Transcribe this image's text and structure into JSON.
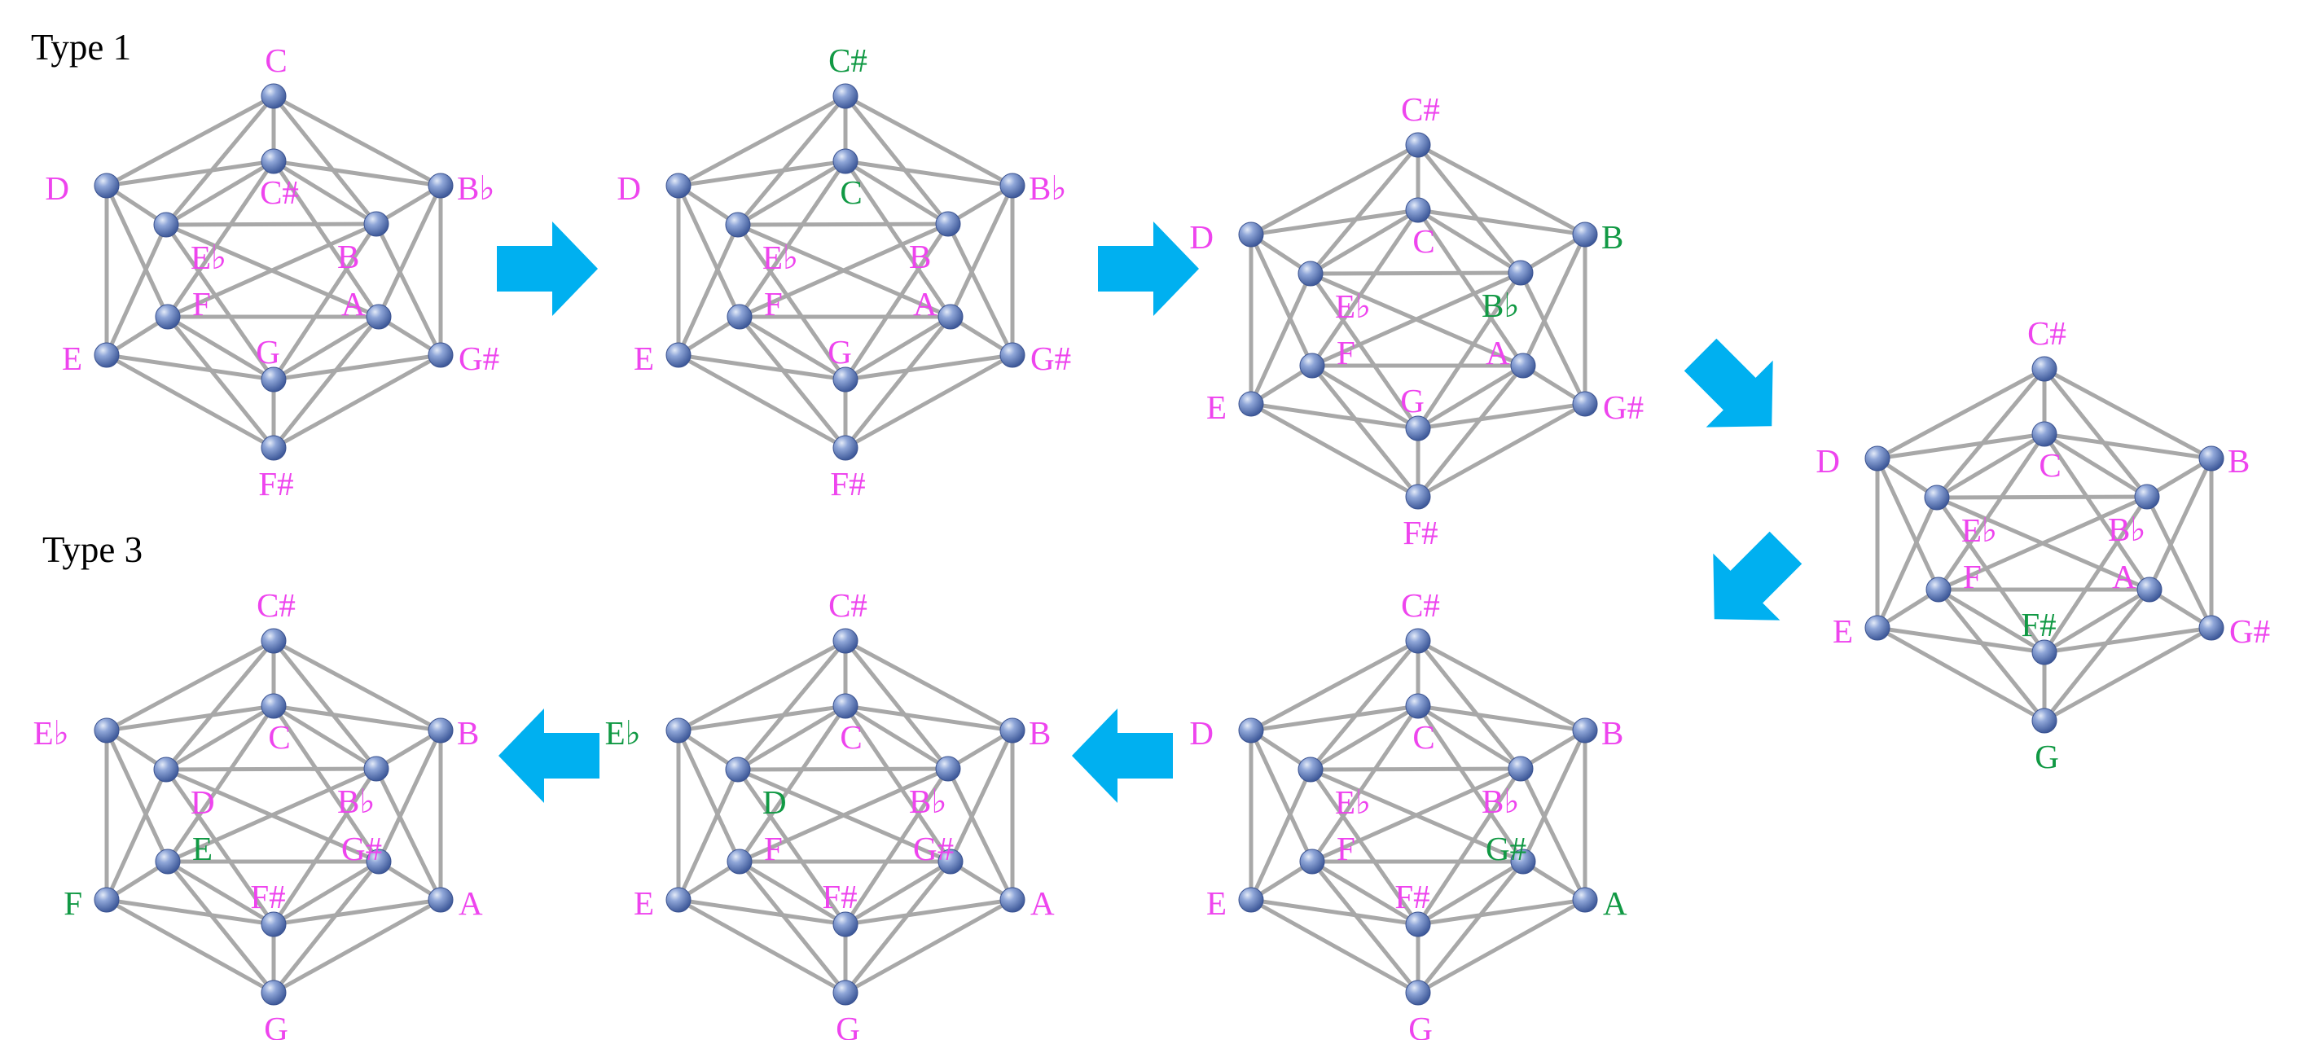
{
  "titles": {
    "type1": "Type 1",
    "type3": "Type 3"
  },
  "colors": {
    "unchanged": "#ee44ee",
    "changed": "#119944",
    "edge": "#a8a8a8",
    "vertex": "#6f8ccc",
    "arrow": "#00b0f0"
  },
  "vertex_roles": [
    "top",
    "upper-left",
    "upper-right",
    "lower-left",
    "lower-right",
    "bottom",
    "inner-top",
    "inner-upper-left",
    "inner-upper-right",
    "inner-lower-left",
    "inner-lower-right",
    "inner-bottom"
  ],
  "icosahedra": [
    {
      "name": "Type 1 start",
      "labels": [
        {
          "text": "C",
          "changed": false
        },
        {
          "text": "D",
          "changed": false
        },
        {
          "text": "B♭",
          "changed": false
        },
        {
          "text": "E",
          "changed": false
        },
        {
          "text": "G#",
          "changed": false
        },
        {
          "text": "F#",
          "changed": false
        },
        {
          "text": "C#",
          "changed": false
        },
        {
          "text": "E♭",
          "changed": false
        },
        {
          "text": "B",
          "changed": false
        },
        {
          "text": "F",
          "changed": false
        },
        {
          "text": "A",
          "changed": false
        },
        {
          "text": "G",
          "changed": false
        }
      ]
    },
    {
      "name": "step 2",
      "labels": [
        {
          "text": "C#",
          "changed": true
        },
        {
          "text": "D",
          "changed": false
        },
        {
          "text": "B♭",
          "changed": false
        },
        {
          "text": "E",
          "changed": false
        },
        {
          "text": "G#",
          "changed": false
        },
        {
          "text": "F#",
          "changed": false
        },
        {
          "text": "C",
          "changed": true
        },
        {
          "text": "E♭",
          "changed": false
        },
        {
          "text": "B",
          "changed": false
        },
        {
          "text": "F",
          "changed": false
        },
        {
          "text": "A",
          "changed": false
        },
        {
          "text": "G",
          "changed": false
        }
      ]
    },
    {
      "name": "step 3",
      "labels": [
        {
          "text": "C#",
          "changed": false
        },
        {
          "text": "D",
          "changed": false
        },
        {
          "text": "B",
          "changed": true
        },
        {
          "text": "E",
          "changed": false
        },
        {
          "text": "G#",
          "changed": false
        },
        {
          "text": "F#",
          "changed": false
        },
        {
          "text": "C",
          "changed": false
        },
        {
          "text": "E♭",
          "changed": false
        },
        {
          "text": "B♭",
          "changed": true
        },
        {
          "text": "F",
          "changed": false
        },
        {
          "text": "A",
          "changed": false
        },
        {
          "text": "G",
          "changed": false
        }
      ]
    },
    {
      "name": "step 4",
      "labels": [
        {
          "text": "C#",
          "changed": false
        },
        {
          "text": "D",
          "changed": false
        },
        {
          "text": "B",
          "changed": false
        },
        {
          "text": "E",
          "changed": false
        },
        {
          "text": "G#",
          "changed": false
        },
        {
          "text": "G",
          "changed": true
        },
        {
          "text": "C",
          "changed": false
        },
        {
          "text": "E♭",
          "changed": false
        },
        {
          "text": "B♭",
          "changed": false
        },
        {
          "text": "F",
          "changed": false
        },
        {
          "text": "A",
          "changed": false
        },
        {
          "text": "F#",
          "changed": true
        }
      ]
    },
    {
      "name": "step 5",
      "labels": [
        {
          "text": "C#",
          "changed": false
        },
        {
          "text": "D",
          "changed": false
        },
        {
          "text": "B",
          "changed": false
        },
        {
          "text": "E",
          "changed": false
        },
        {
          "text": "A",
          "changed": true
        },
        {
          "text": "G",
          "changed": false
        },
        {
          "text": "C",
          "changed": false
        },
        {
          "text": "E♭",
          "changed": false
        },
        {
          "text": "B♭",
          "changed": false
        },
        {
          "text": "F",
          "changed": false
        },
        {
          "text": "G#",
          "changed": true
        },
        {
          "text": "F#",
          "changed": false
        }
      ]
    },
    {
      "name": "step 6",
      "labels": [
        {
          "text": "C#",
          "changed": false
        },
        {
          "text": "E♭",
          "changed": true
        },
        {
          "text": "B",
          "changed": false
        },
        {
          "text": "E",
          "changed": false
        },
        {
          "text": "A",
          "changed": false
        },
        {
          "text": "G",
          "changed": false
        },
        {
          "text": "C",
          "changed": false
        },
        {
          "text": "D",
          "changed": true
        },
        {
          "text": "B♭",
          "changed": false
        },
        {
          "text": "F",
          "changed": false
        },
        {
          "text": "G#",
          "changed": false
        },
        {
          "text": "F#",
          "changed": false
        }
      ]
    },
    {
      "name": "Type 3 end",
      "labels": [
        {
          "text": "C#",
          "changed": false
        },
        {
          "text": "E♭",
          "changed": false
        },
        {
          "text": "B",
          "changed": false
        },
        {
          "text": "F",
          "changed": true
        },
        {
          "text": "A",
          "changed": false
        },
        {
          "text": "G",
          "changed": false
        },
        {
          "text": "C",
          "changed": false
        },
        {
          "text": "D",
          "changed": false
        },
        {
          "text": "B♭",
          "changed": false
        },
        {
          "text": "E",
          "changed": true
        },
        {
          "text": "G#",
          "changed": false
        },
        {
          "text": "F#",
          "changed": false
        }
      ]
    }
  ],
  "arrows": [
    {
      "name": "arrow-1-to-2",
      "direction": "right"
    },
    {
      "name": "arrow-2-to-3",
      "direction": "right"
    },
    {
      "name": "arrow-3-to-4",
      "direction": "down-right"
    },
    {
      "name": "arrow-4-to-5",
      "direction": "down-left"
    },
    {
      "name": "arrow-5-to-6",
      "direction": "left"
    },
    {
      "name": "arrow-6-to-7",
      "direction": "left"
    }
  ]
}
